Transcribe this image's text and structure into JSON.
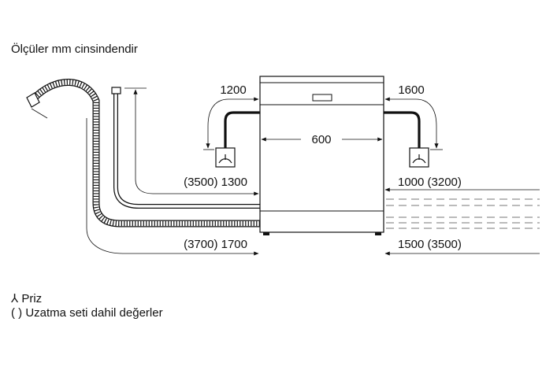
{
  "caption": "Ölçüler mm cinsindendir",
  "dimensions": {
    "width": "600",
    "left_socket_distance": "1200",
    "right_socket_distance": "1600",
    "left_inlet_hose": "(3500) 1300",
    "left_drain_hose": "(3700) 1700",
    "right_inlet_hose": "1000 (3200)",
    "right_drain_hose": "1500 (3500)"
  },
  "legend": {
    "socket_symbol": "⅄",
    "socket_label": "Priz",
    "extension_note": "( ) Uzatma seti dahil değerler"
  },
  "colors": {
    "line": "#111111",
    "dash": "#777777",
    "background": "#ffffff"
  }
}
